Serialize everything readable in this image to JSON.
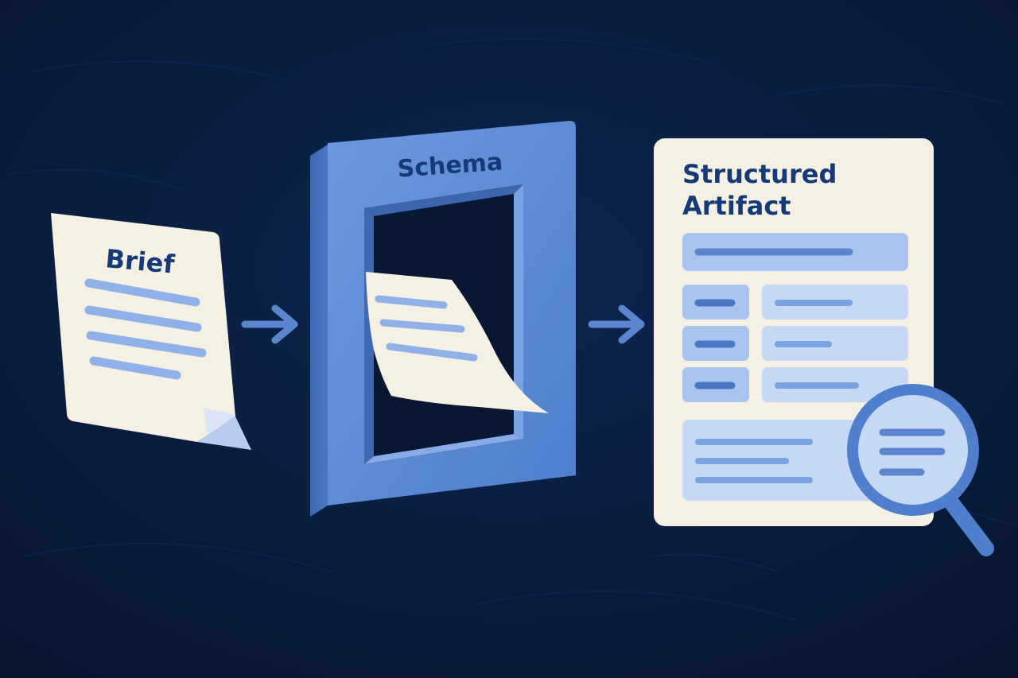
{
  "brief": {
    "title": "Brief"
  },
  "schema": {
    "title": "Schema"
  },
  "artifact": {
    "title_line1": "Structured",
    "title_line2": "Artifact"
  },
  "colors": {
    "background": "#0a1d3d",
    "paper": "#f4f0e3",
    "frame_blue": "#5b8ad6",
    "bar_blue": "#8fb1e8",
    "text_navy": "#163a78",
    "arrow_blue": "#5b86cf"
  },
  "icons": {
    "brief_document": "document-icon",
    "schema_frame": "frame-icon",
    "artifact_document": "structured-document-icon",
    "magnifier": "magnifying-glass-icon",
    "arrow": "arrow-right-icon"
  }
}
